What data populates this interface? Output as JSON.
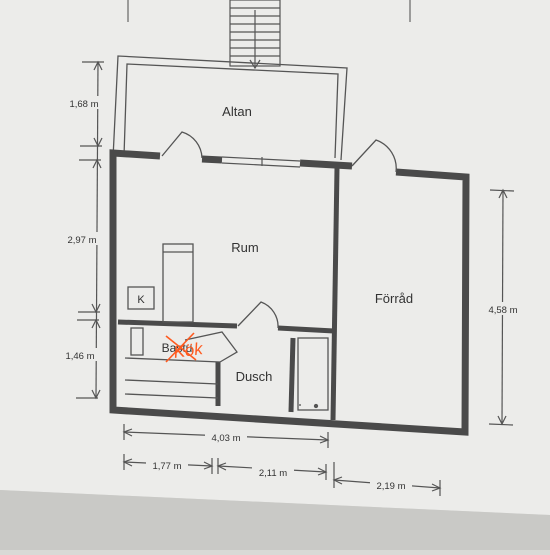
{
  "colors": {
    "paper": "#ececea",
    "paper_shadow": "#c9c9c6",
    "wall": "#4a4a4a",
    "thin_line": "#555555",
    "annotation": "#ff5a1f"
  },
  "rooms": {
    "altan": "Altan",
    "rum": "Rum",
    "forrad": "Förråd",
    "bastu": "Bastu",
    "dusch": "Dusch",
    "k": "K",
    "kok_scribble": "Kök"
  },
  "dimensions": {
    "left_top": "1,68 m",
    "left_mid": "2,97 m",
    "left_bottom": "1,46 m",
    "right": "4,58 m",
    "bottom_total": "4,03 m",
    "bottom_left": "1,77 m",
    "bottom_mid": "2,11 m",
    "bottom_right": "2,19 m"
  }
}
